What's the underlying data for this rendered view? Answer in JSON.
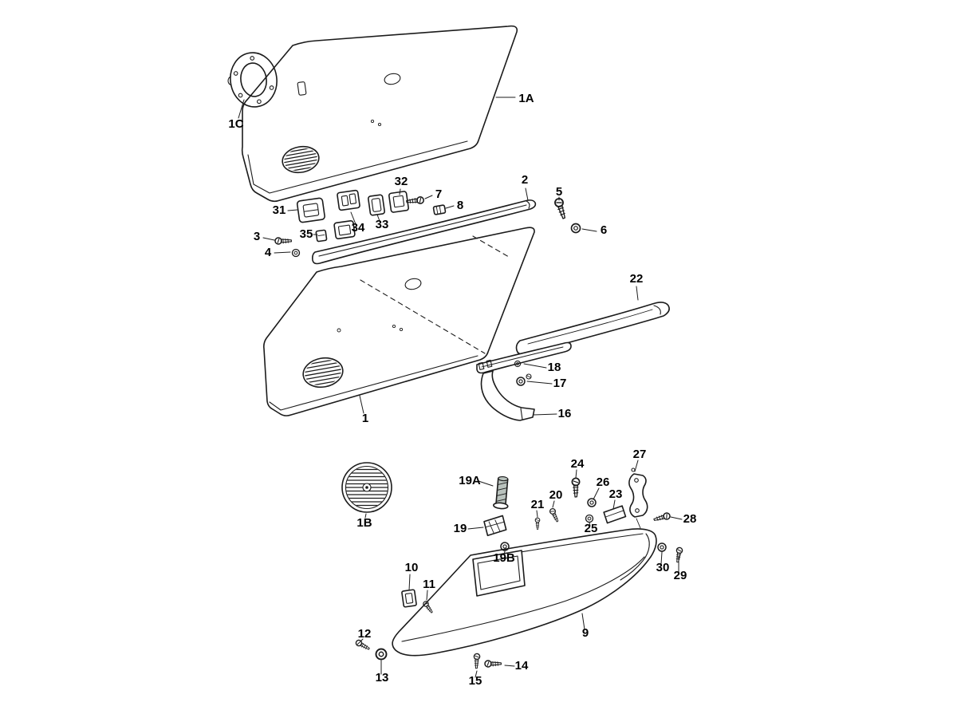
{
  "diagram": {
    "type": "exploded-parts-diagram",
    "background": "#ffffff",
    "line_color": "#1b1b1b",
    "label_color": "#000000",
    "shaded_part_fill": "#b9c2bd"
  },
  "labels": {
    "l1": "1",
    "l1a": "1A",
    "l1b": "1B",
    "l1c": "1C",
    "l2": "2",
    "l3": "3",
    "l4": "4",
    "l5": "5",
    "l6": "6",
    "l7": "7",
    "l8": "8",
    "l9": "9",
    "l10": "10",
    "l11": "11",
    "l12": "12",
    "l13": "13",
    "l14": "14",
    "l15": "15",
    "l16": "16",
    "l17": "17",
    "l18": "18",
    "l19": "19",
    "l19a": "19A",
    "l19b": "19B",
    "l20": "20",
    "l21": "21",
    "l22": "22",
    "l23": "23",
    "l24": "24",
    "l25": "25",
    "l26": "26",
    "l27": "27",
    "l28": "28",
    "l29": "29",
    "l30": "30",
    "l31": "31",
    "l32": "32",
    "l33": "33",
    "l34": "34",
    "l35": "35"
  }
}
